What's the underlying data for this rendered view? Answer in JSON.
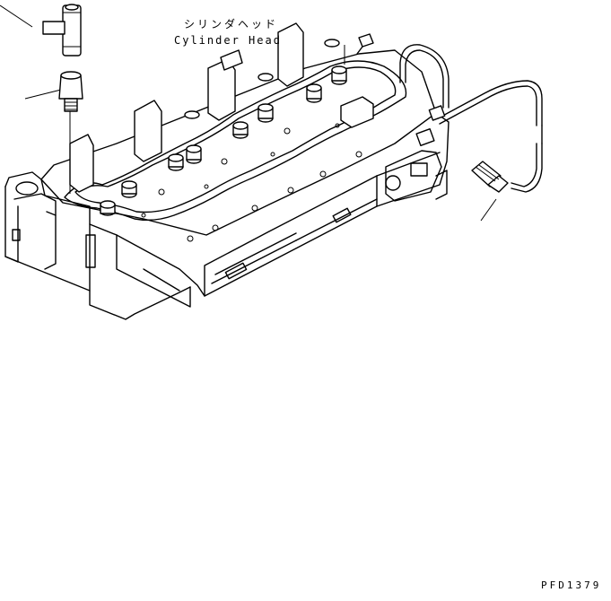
{
  "diagram": {
    "callout_label_jp": "シリンダヘッド",
    "callout_label_en": "Cylinder Head",
    "drawing_code": "PFD1379"
  }
}
